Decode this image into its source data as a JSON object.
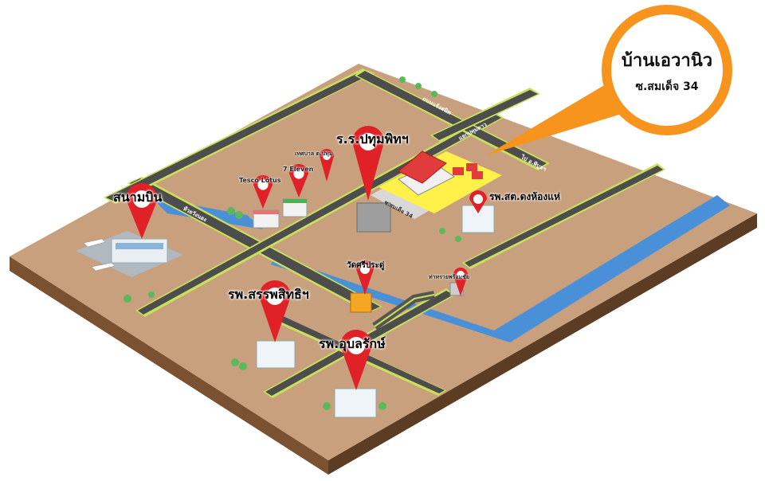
{
  "map": {
    "callout": {
      "title": "บ้านเอวานิว",
      "subtitle": "ซ.สมเด็จ 34"
    },
    "landmarks": {
      "airport": "สนามบิน",
      "school": "ร.ร.ปทุมพิทฯ",
      "tesco": "Tesco Lotus",
      "seven_eleven": "7 Eleven",
      "municipality": "เทศบาล ต.ปทุม",
      "hospital_dong": "รพ.สต.ดงห้องแห่",
      "temple": "วัดศรีประดู่",
      "pier": "ท่าทรายพร้อมชัย",
      "hospital_sanpasit": "รพ.สรรพสิทธิฯ",
      "hospital_ubon": "รพ.อุบลรักษ์"
    },
    "road_labels": {
      "canal_road": "ห้วยวังนอง",
      "road_a": "ถนนแจ้งสนิท",
      "road_b": "แยกปทุมดาว",
      "road_c": "ไป อ.พิบูลฯ",
      "soi": "ซ.สมเด็จ 34"
    },
    "colors": {
      "ground_top": "#c8a07e",
      "ground_side": "#5c3d24",
      "ground_front": "#7a5232",
      "road": "#5a5a5a",
      "road_edge": "#c8e05a",
      "river": "#4a90d9",
      "pin": "#e02128",
      "callout": "#f7941d",
      "highlight": "#fff04a"
    }
  }
}
